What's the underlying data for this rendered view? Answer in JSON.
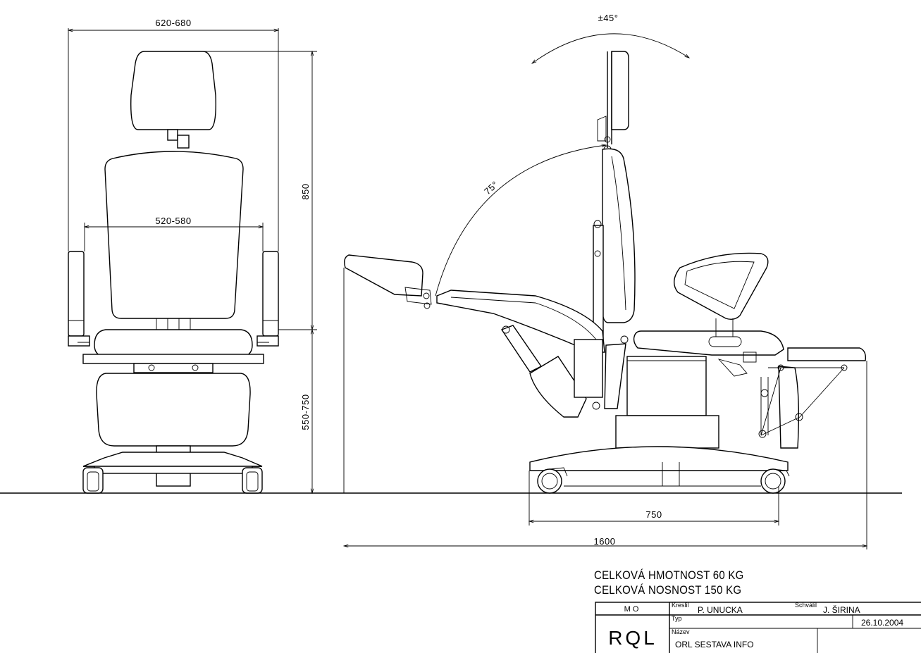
{
  "dimensions": {
    "front_width_outer": "620-680",
    "front_width_inner": "520-580",
    "backrest_height": "850",
    "seat_height": "550-750",
    "headrest_rotation": "±45°",
    "backrest_tilt": "75°",
    "base_length": "750",
    "total_length": "1600"
  },
  "notes": {
    "weight": "CELKOVÁ HMOTNOST 60 KG",
    "capacity": "CELKOVÁ NOSNOST 150 KG"
  },
  "title_block": {
    "code": "M O",
    "logo": "RQL",
    "drawn_label": "Kreslil",
    "drawn_by": "P. UNUCKA",
    "approved_label": "Schválil",
    "approved_by": "J. ŠIRINA",
    "type_label": "Typ",
    "date": "26.10.2004",
    "name_label": "Název",
    "name": "ORL SESTAVA INFO"
  }
}
